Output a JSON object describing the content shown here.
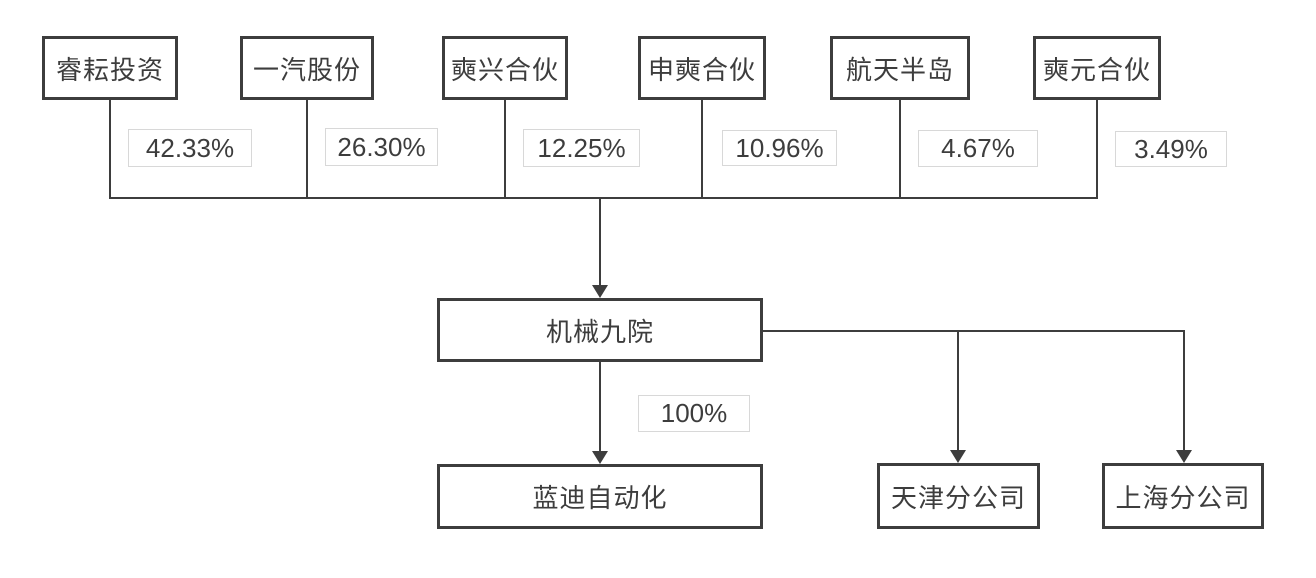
{
  "diagram": {
    "title": "equity-ownership-structure",
    "shareholders": [
      {
        "name": "睿耘投资",
        "percent": "42.33%"
      },
      {
        "name": "一汽股份",
        "percent": "26.30%"
      },
      {
        "name": "奭兴合伙",
        "percent": "12.25%"
      },
      {
        "name": "申奭合伙",
        "percent": "10.96%"
      },
      {
        "name": "航天半岛",
        "percent": "4.67%"
      },
      {
        "name": "奭元合伙",
        "percent": "3.49%"
      }
    ],
    "parent_company": {
      "name": "机械九院"
    },
    "subsidiary": {
      "name": "蓝迪自动化",
      "percent": "100%"
    },
    "branches": [
      {
        "name": "天津分公司"
      },
      {
        "name": "上海分公司"
      }
    ],
    "colors": {
      "line": "#3d3d3d",
      "node_border": "#3d3d3d",
      "percent_border": "#d8d8d8",
      "text": "#3d3d3d",
      "background": "#ffffff"
    }
  }
}
